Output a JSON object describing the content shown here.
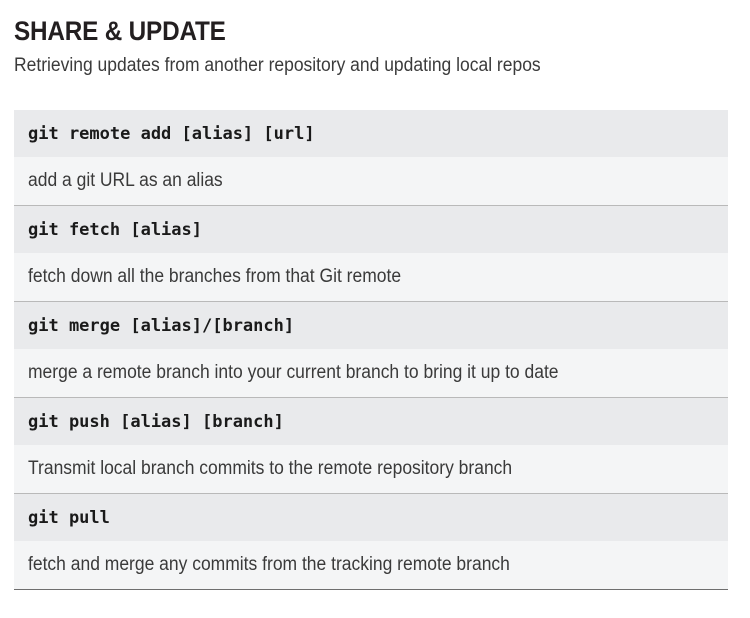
{
  "header": {
    "title": "SHARE & UPDATE",
    "subtitle": "Retrieving updates from another repository and updating local repos"
  },
  "colors": {
    "page_background": "#ffffff",
    "title_text": "#231f20",
    "subtitle_text": "#3b3b3b",
    "command_row_background": "#e9eaec",
    "description_row_background": "#f4f5f6",
    "command_text": "#1a1a1a",
    "description_text": "#3a3a3a",
    "group_separator": "#b9b9b9",
    "table_bottom_border": "#6e6e6e"
  },
  "commands": [
    {
      "command": "git remote add [alias] [url]",
      "description": "add a git URL as an alias"
    },
    {
      "command": "git fetch [alias]",
      "description": "fetch down all the branches from that Git remote"
    },
    {
      "command": "git merge [alias]/[branch]",
      "description": "merge a remote branch into your current branch to bring it up to date"
    },
    {
      "command": "git push [alias] [branch]",
      "description": "Transmit local branch commits to the remote repository branch"
    },
    {
      "command": "git pull",
      "description": "fetch and merge any commits from the tracking remote branch"
    }
  ]
}
